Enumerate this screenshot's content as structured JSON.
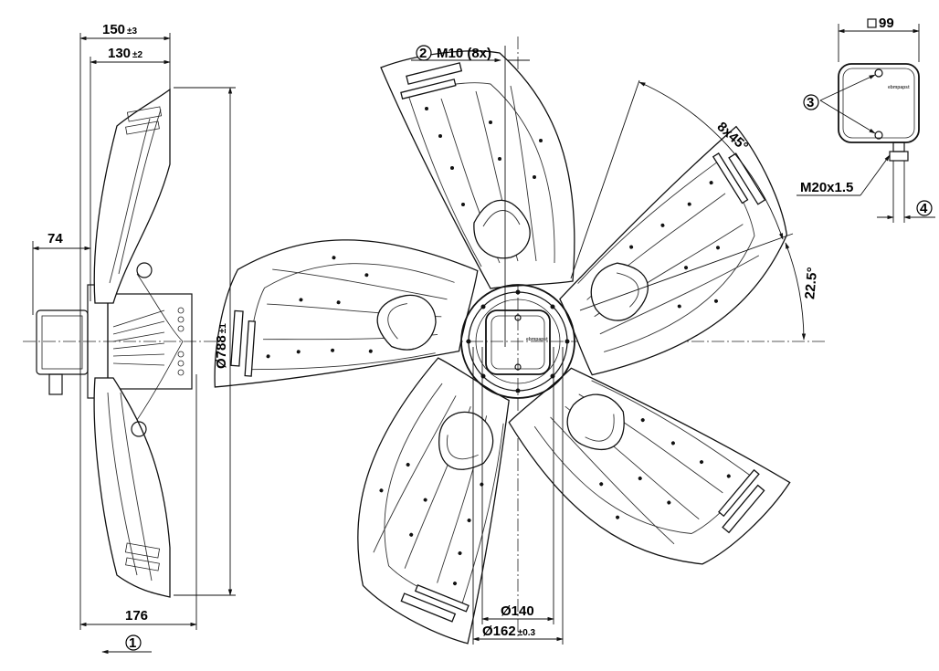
{
  "dimensions": {
    "width_150": "150",
    "width_150_tol": "±3",
    "width_130": "130",
    "width_130_tol": "±2",
    "depth_74": "74",
    "depth_176": "176",
    "diameter_788": "Ø788",
    "diameter_788_tol": "±1",
    "diameter_140": "Ø140",
    "diameter_162": "Ø162",
    "diameter_162_tol": "±0.3",
    "thread_m10": "M10 (8x)",
    "angle_8x45": "8x45°",
    "angle_22_5": "22.5°",
    "box_99": "99",
    "gland_m20": "M20x1.5"
  },
  "callouts": {
    "c1": "1",
    "c2": "2",
    "c3": "3",
    "c4": "4"
  },
  "brand_mark": "ebmpapst",
  "colors": {
    "line": "#111111",
    "background": "#ffffff"
  }
}
